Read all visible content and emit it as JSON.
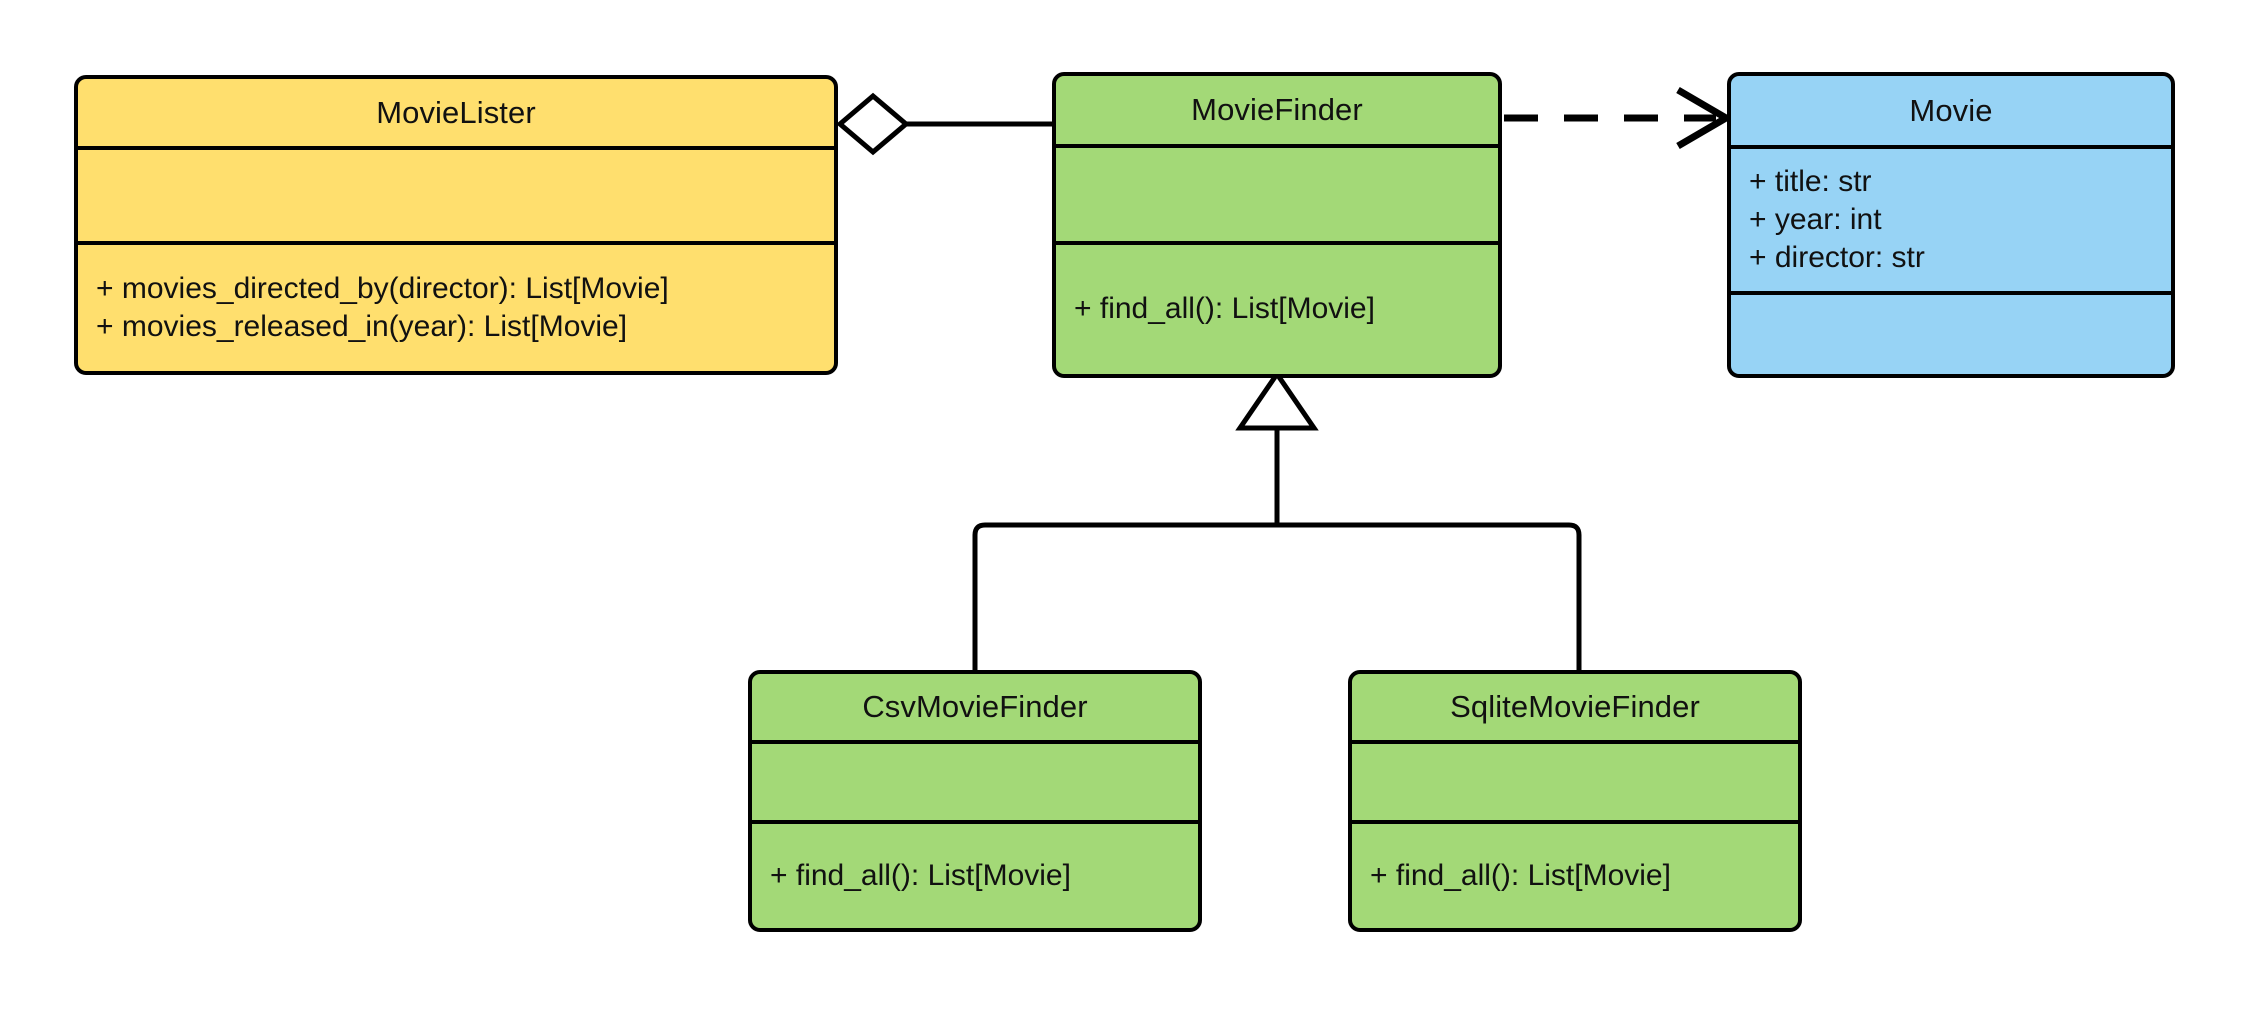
{
  "diagram": {
    "kind": "uml-class-diagram",
    "background": "#ffffff",
    "stroke": "#000000",
    "colors": {
      "yellow": "#ffdf6e",
      "green": "#a3d977",
      "blue": "#97d3f5",
      "outline": "#000000"
    }
  },
  "classes": {
    "movielister": {
      "name": "MovieLister",
      "color": "#ffdf6e",
      "attributes": [],
      "methods": [
        "+ movies_directed_by(director): List[Movie]",
        "+ movies_released_in(year): List[Movie]"
      ]
    },
    "moviefinder": {
      "name": "MovieFinder",
      "color": "#a3d977",
      "attributes": [],
      "methods": [
        "+ find_all(): List[Movie]"
      ]
    },
    "movie": {
      "name": "Movie",
      "color": "#97d3f5",
      "attributes": [
        "+ title: str",
        "+ year: int",
        "+ director: str"
      ],
      "methods": []
    },
    "csvmoviefinder": {
      "name": "CsvMovieFinder",
      "color": "#a3d977",
      "attributes": [],
      "methods": [
        "+ find_all(): List[Movie]"
      ]
    },
    "sqlitemoviefinder": {
      "name": "SqliteMovieFinder",
      "color": "#a3d977",
      "attributes": [],
      "methods": [
        "+ find_all(): List[Movie]"
      ]
    }
  },
  "relationships": [
    {
      "id": "aggregation-movielister-moviefinder",
      "type": "aggregation",
      "from": "MovieLister",
      "to": "MovieFinder",
      "marker": "hollow-diamond",
      "line": "solid"
    },
    {
      "id": "dependency-moviefinder-movie",
      "type": "dependency",
      "from": "MovieFinder",
      "to": "Movie",
      "marker": "open-arrow",
      "line": "dashed"
    },
    {
      "id": "inheritance-csvmoviefinder-moviefinder",
      "type": "generalization",
      "from": "CsvMovieFinder",
      "to": "MovieFinder",
      "marker": "hollow-triangle",
      "line": "solid"
    },
    {
      "id": "inheritance-sqlitemoviefinder-moviefinder",
      "type": "generalization",
      "from": "SqliteMovieFinder",
      "to": "MovieFinder",
      "marker": "hollow-triangle",
      "line": "solid"
    }
  ]
}
